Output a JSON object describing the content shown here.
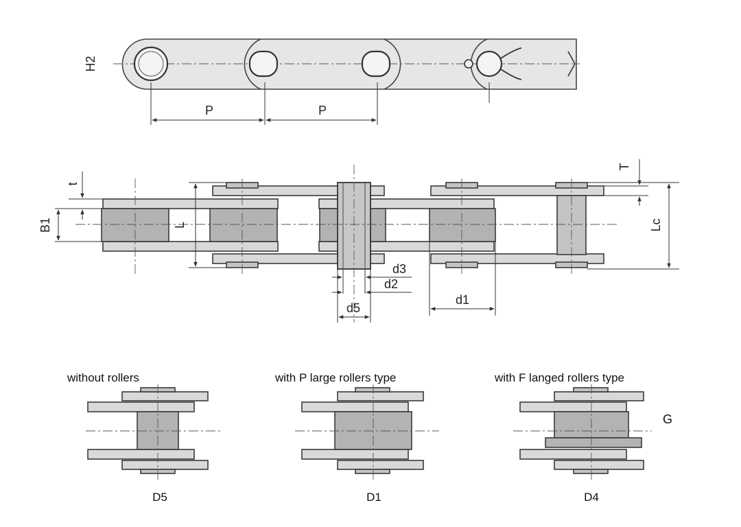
{
  "top_view": {
    "labels": {
      "h2": "H2",
      "p1": "P",
      "p2": "P"
    }
  },
  "side_view": {
    "labels": {
      "t": "t",
      "b1": "B1",
      "l": "L",
      "T": "T",
      "lc": "Lc",
      "d3": "d3",
      "d2": "d2",
      "d1": "d1",
      "d5": "d5"
    }
  },
  "variants": [
    {
      "title": "without rollers",
      "code": "D5"
    },
    {
      "title": "with P large rollers type",
      "code": "D1"
    },
    {
      "title": "with F langed rollers type",
      "code": "D4"
    }
  ],
  "g_label": "G"
}
